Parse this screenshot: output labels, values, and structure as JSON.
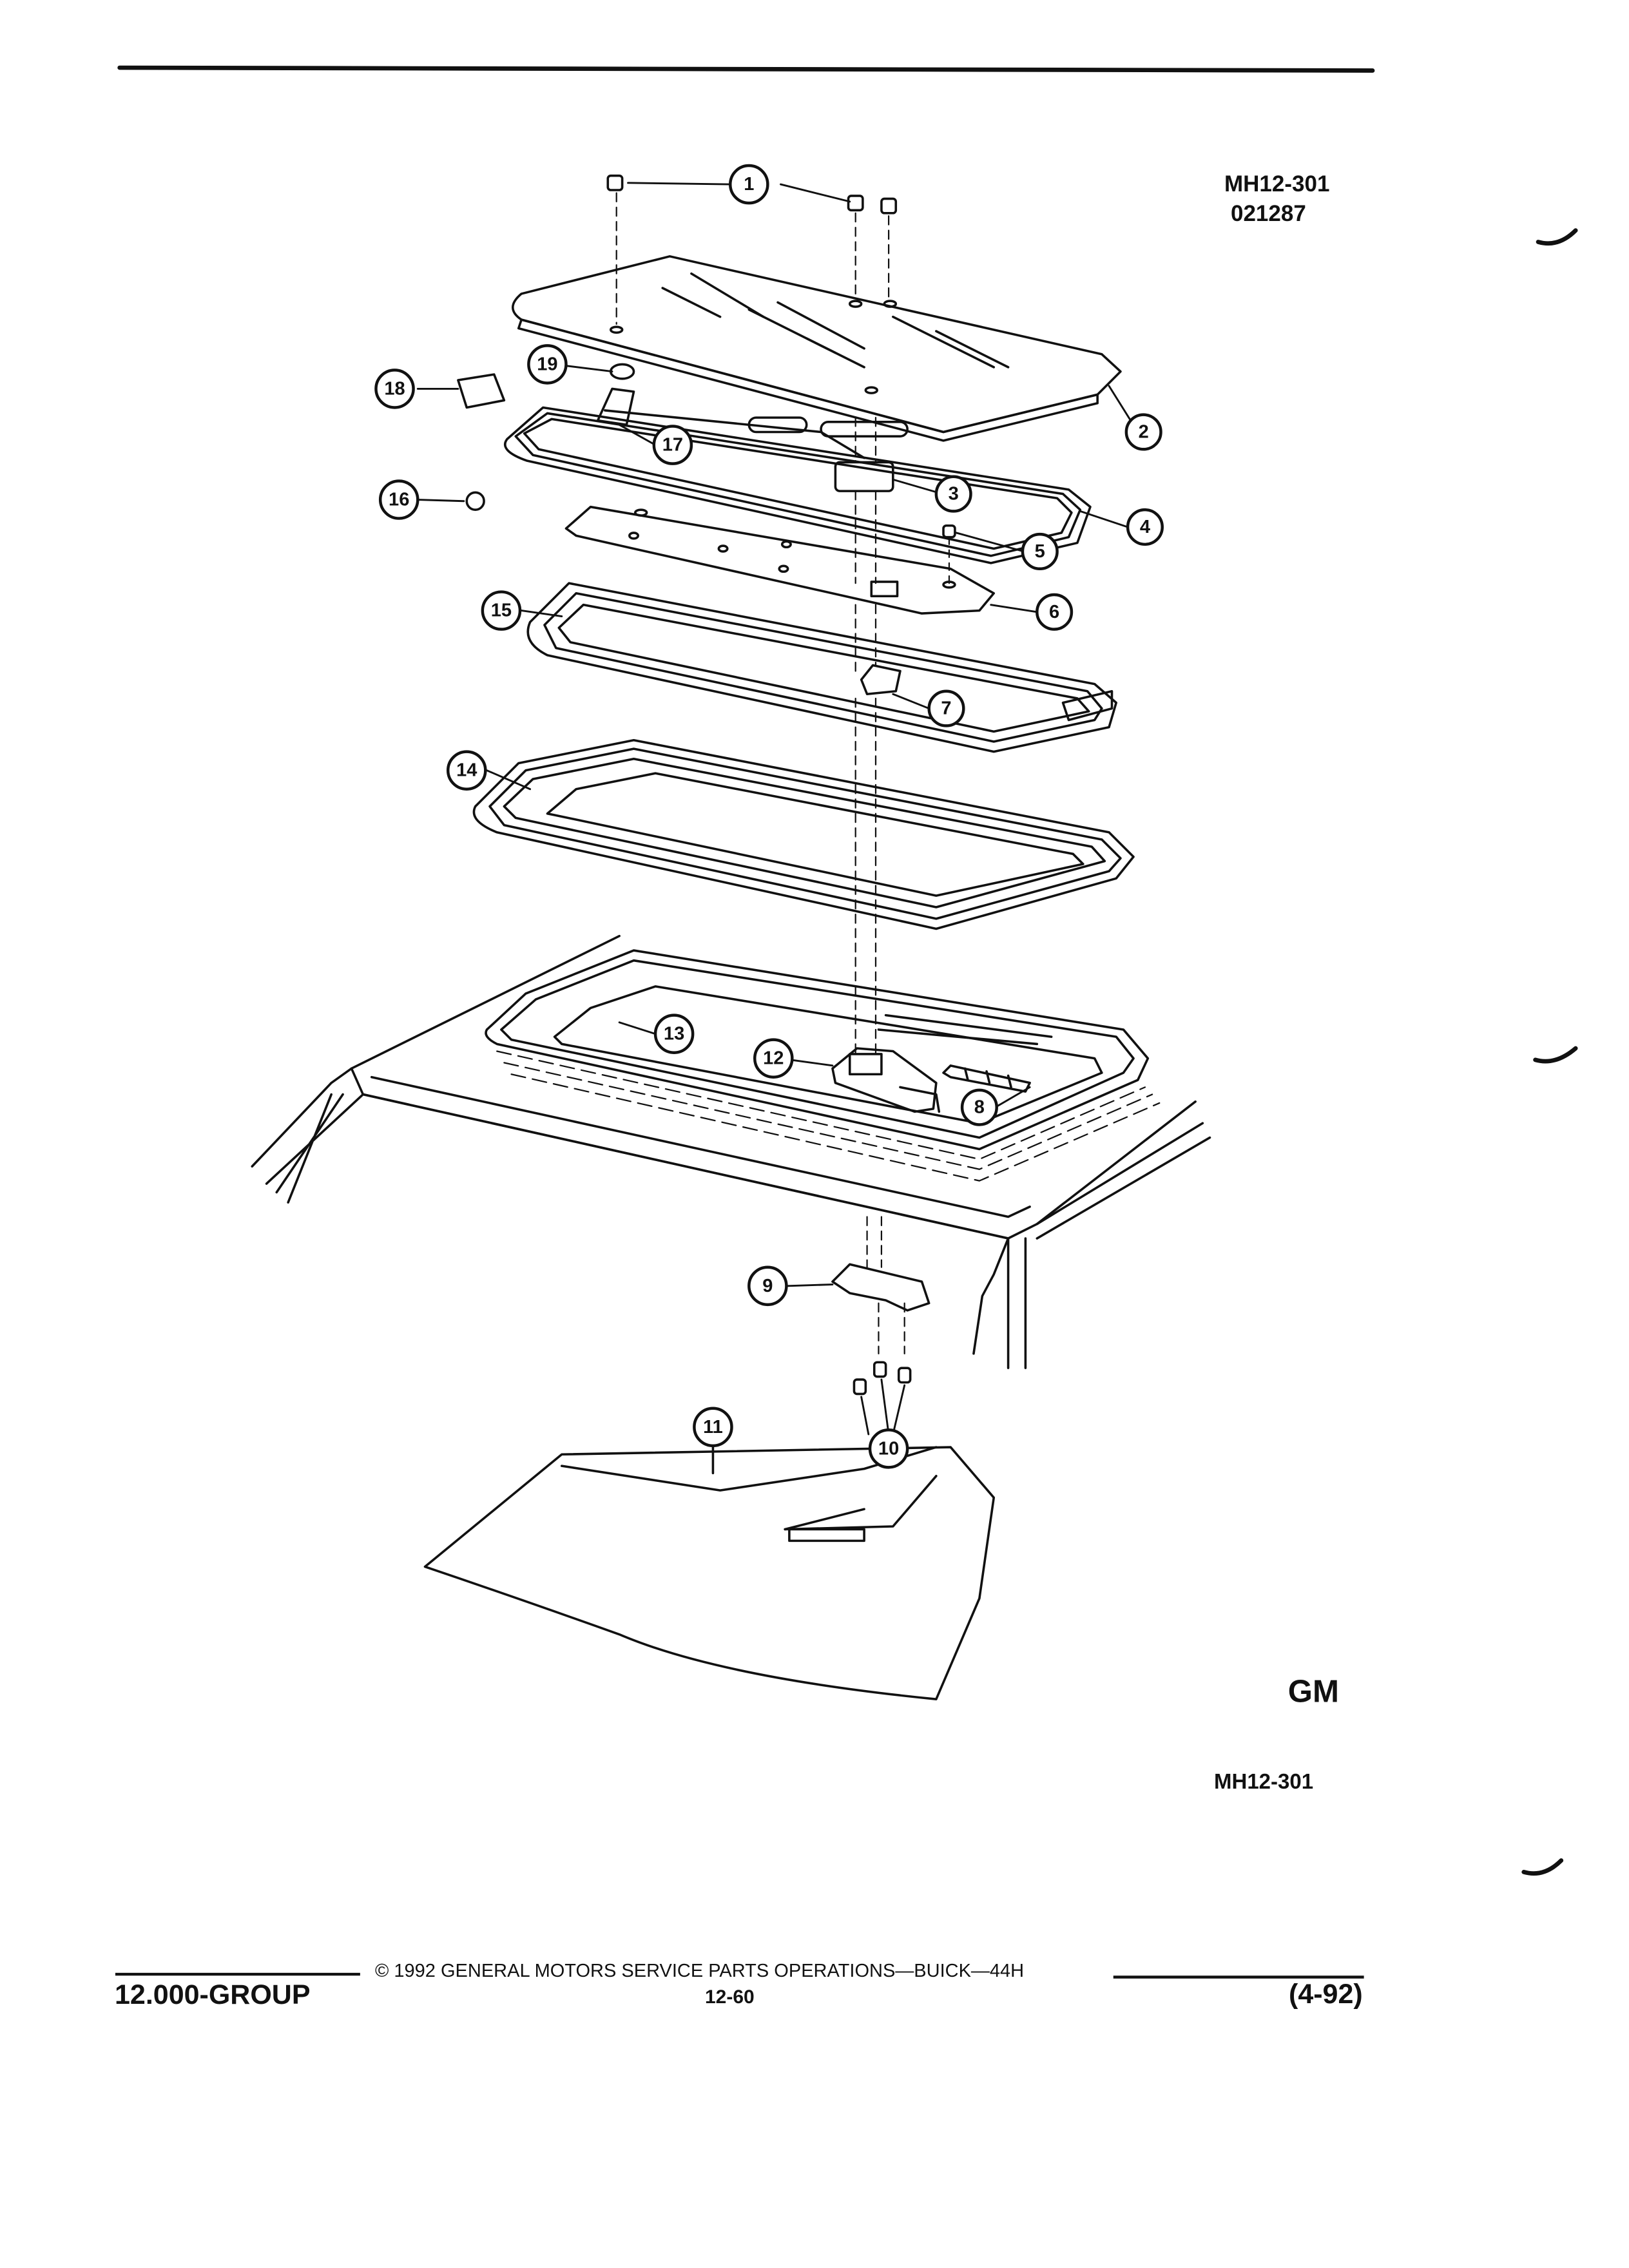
{
  "figure": {
    "id_top": "MH12-301",
    "date_code": "021287",
    "id_bottom": "MH12-301",
    "logo": "GM"
  },
  "callouts": [
    "1",
    "2",
    "3",
    "4",
    "5",
    "6",
    "7",
    "8",
    "9",
    "10",
    "11",
    "12",
    "13",
    "14",
    "15",
    "16",
    "17",
    "18",
    "19"
  ],
  "footer": {
    "group": "12.000-GROUP",
    "copyright": "© 1992 GENERAL MOTORS SERVICE PARTS OPERATIONS—BUICK—44H",
    "page_number": "12-60",
    "revision": "(4-92)"
  }
}
